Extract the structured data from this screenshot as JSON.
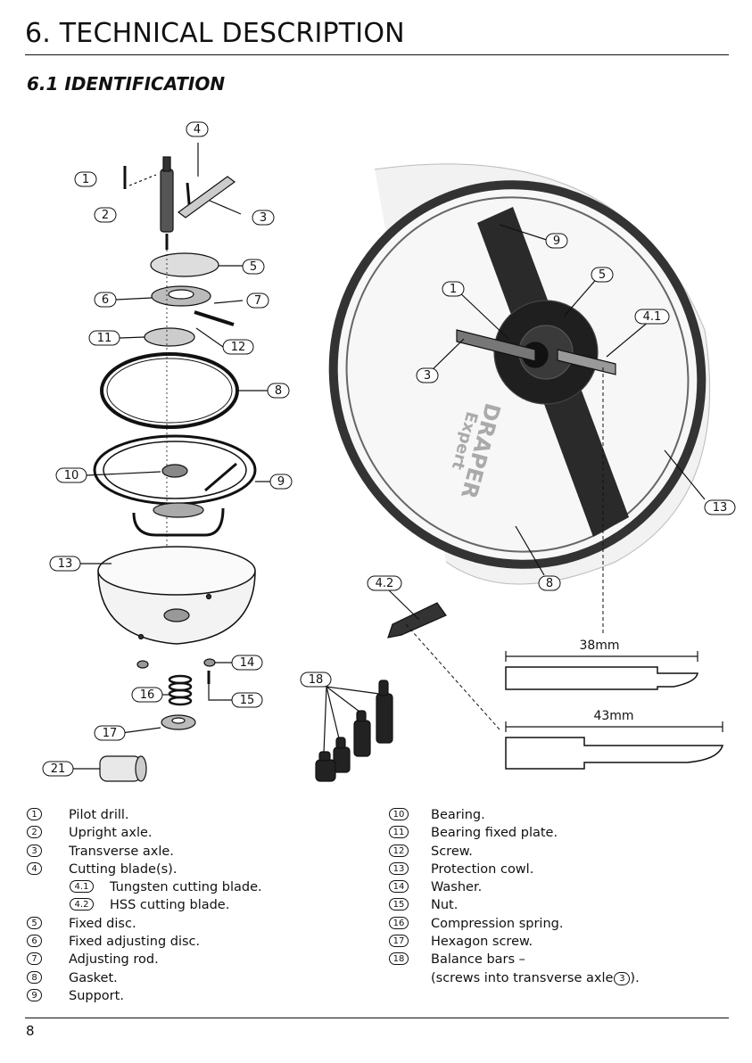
{
  "page": {
    "title": "6. TECHNICAL DESCRIPTION",
    "subtitle": "6.1 IDENTIFICATION",
    "page_number": "8"
  },
  "diagram": {
    "callouts": {
      "c1": "1",
      "c2": "2",
      "c3": "3",
      "c4": "4",
      "c5": "5",
      "c6": "6",
      "c7": "7",
      "c8": "8",
      "c9": "9",
      "c10": "10",
      "c11": "11",
      "c12": "12",
      "c13": "13",
      "c14": "14",
      "c15": "15",
      "c16": "16",
      "c17": "17",
      "c21": "21",
      "r1": "1",
      "r3": "3",
      "r5": "5",
      "r9": "9",
      "r41": "4.1",
      "r8": "8",
      "r13": "13",
      "b42": "4.2",
      "b18": "18"
    },
    "brand_text": "DRAPER",
    "brand_sub": "Expert",
    "dimensions": {
      "d1": "38mm",
      "d2": "43mm"
    }
  },
  "legend": {
    "left": [
      {
        "n": "1",
        "text": "Pilot drill."
      },
      {
        "n": "2",
        "text": "Upright axle."
      },
      {
        "n": "3",
        "text": "Transverse axle."
      },
      {
        "n": "4",
        "text": "Cutting blade(s)."
      },
      {
        "n": "4.1",
        "text": "Tungsten cutting blade."
      },
      {
        "n": "4.2",
        "text": "HSS cutting blade."
      },
      {
        "n": "5",
        "text": "Fixed disc."
      },
      {
        "n": "6",
        "text": "Fixed adjusting disc."
      },
      {
        "n": "7",
        "text": "Adjusting rod."
      },
      {
        "n": "8",
        "text": "Gasket."
      },
      {
        "n": "9",
        "text": "Support."
      }
    ],
    "right": [
      {
        "n": "10",
        "text": "Bearing."
      },
      {
        "n": "11",
        "text": "Bearing fixed plate."
      },
      {
        "n": "12",
        "text": "Screw."
      },
      {
        "n": "13",
        "text": "Protection cowl."
      },
      {
        "n": "14",
        "text": "Washer."
      },
      {
        "n": "15",
        "text": "Nut."
      },
      {
        "n": "16",
        "text": "Compression spring."
      },
      {
        "n": "17",
        "text": "Hexagon screw."
      },
      {
        "n": "18",
        "text": "Balance bars –"
      }
    ],
    "note_prefix": "(screws into transverse axle",
    "note_ref": "3",
    "note_suffix": ")."
  }
}
